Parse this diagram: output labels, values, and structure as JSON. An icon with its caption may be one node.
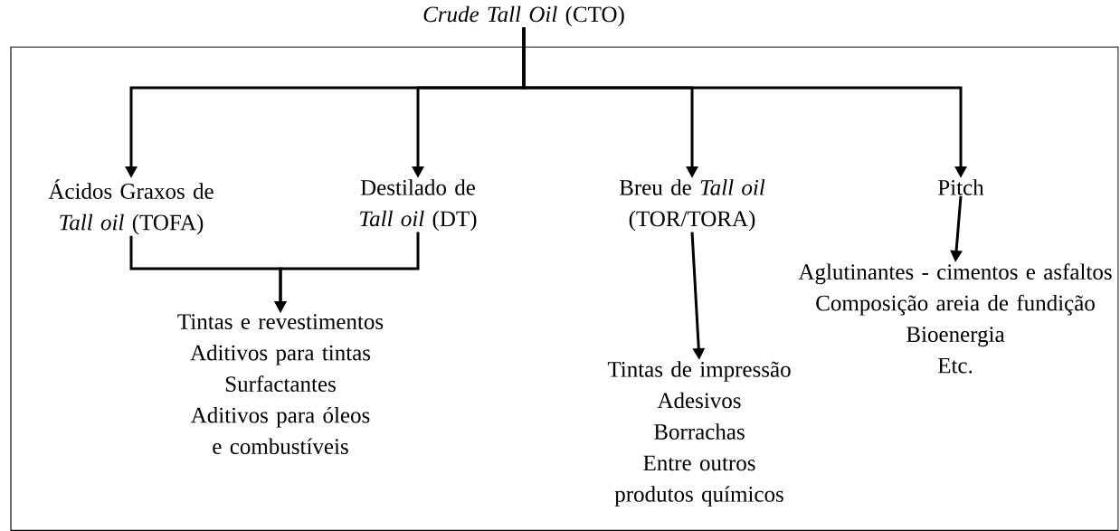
{
  "diagram": {
    "nodes": [
      {
        "text": [
          "*Crude Tall Oil* (CTO)"
        ]
      },
      {
        "text": [
          "Ácidos Graxos de *Tall oil* (TOFA)"
        ]
      },
      {
        "text": [
          "Destilado de *Tall oil* (DT)"
        ]
      },
      {
        "text": [
          "Breu de *Tall oil* (TOR/TORA)"
        ]
      },
      {
        "text": [
          "Pitch"
        ]
      },
      {
        "text": [
          "Tintas e revestimentos",
          "Aditivos para tintas",
          "Surfactantes",
          "Aditivos para óleos e combustíveis"
        ]
      },
      {
        "text": [
          "Tintas de impressão",
          "Adesivos",
          "Borrachas",
          "Entre outros produtos químicos"
        ]
      },
      {
        "text": [
          "Aglutinantes - cimentos e asfaltos",
          "Composição areia de fundição",
          "Bioenergia",
          "Etc."
        ]
      }
    ],
    "edges": [
      {
        "from": 0,
        "to": 1,
        "arrow": "to"
      },
      {
        "from": 0,
        "to": 2,
        "arrow": "to"
      },
      {
        "from": 0,
        "to": 3,
        "arrow": "to"
      },
      {
        "from": 0,
        "to": 4,
        "arrow": "to"
      },
      {
        "from": 1,
        "to": 5,
        "arrow": "to"
      },
      {
        "from": 2,
        "to": 5,
        "arrow": "to"
      },
      {
        "from": 3,
        "to": 6,
        "arrow": "to"
      },
      {
        "from": 4,
        "to": 7,
        "arrow": "to"
      }
    ]
  }
}
